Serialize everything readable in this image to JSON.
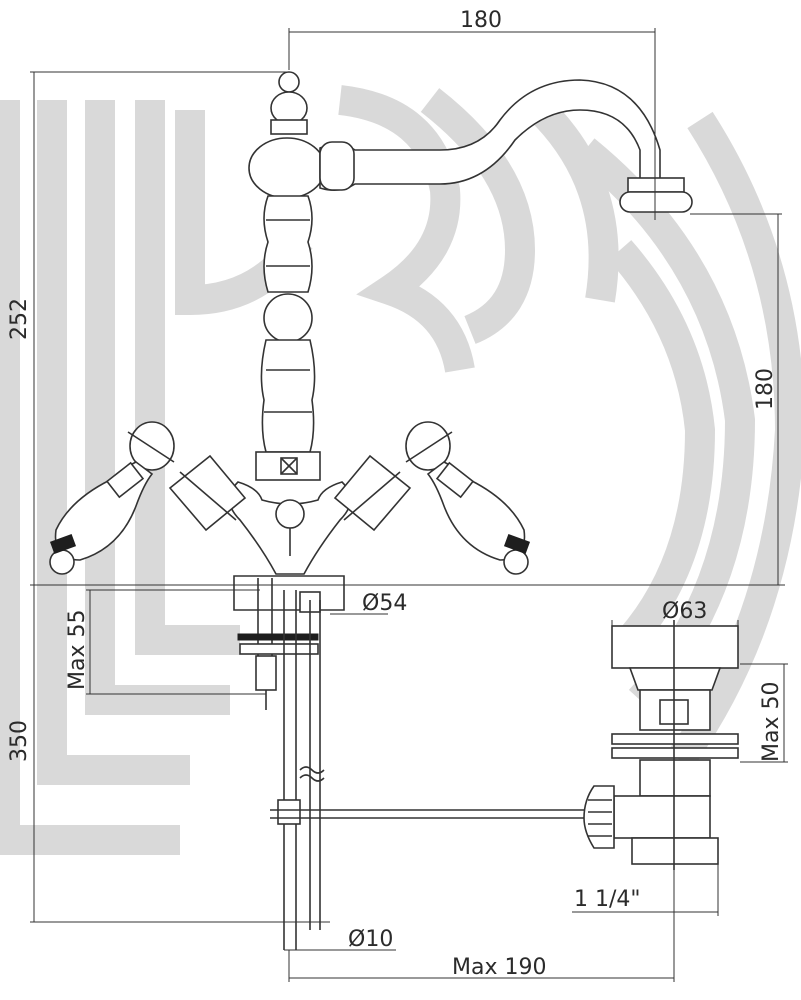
{
  "dimensions": {
    "spout_reach": "180",
    "total_height": "252",
    "spout_height": "180",
    "base_diameter": "Ø54",
    "max_thickness": "Max 55",
    "below_deck": "350",
    "waste_diameter": "Ø63",
    "waste_max": "Max 50",
    "thread": "1 1/4\"",
    "rod_diameter": "Ø10",
    "max_reach": "Max 190"
  },
  "colors": {
    "line": "#333333",
    "watermark": "#d9d9d9",
    "fill": "#1e1e1e"
  }
}
